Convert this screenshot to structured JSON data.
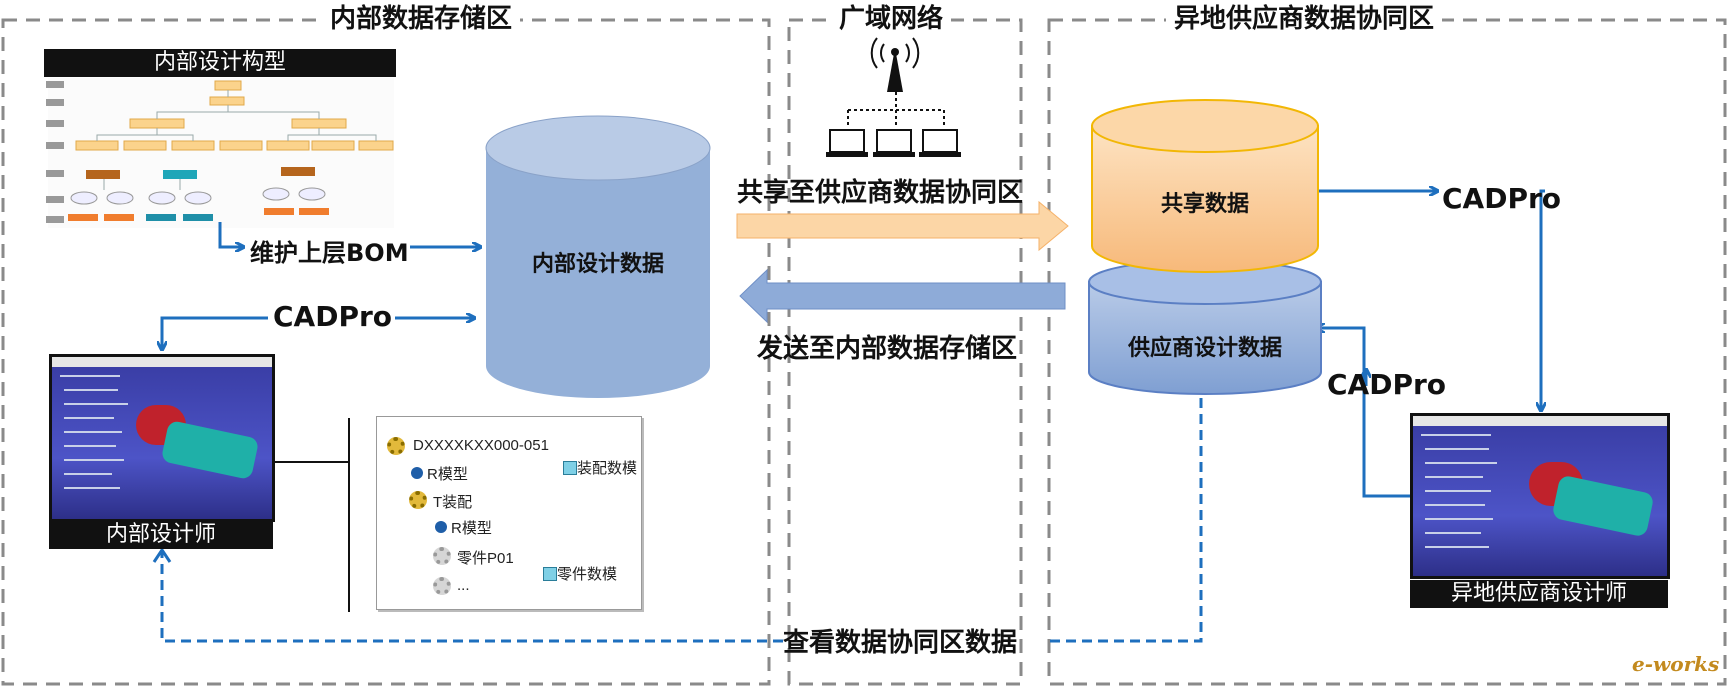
{
  "zones": {
    "internal_title": "内部数据存储区",
    "wan_title": "广域网络",
    "supplier_title": "异地供应商数据协同区"
  },
  "internal": {
    "design_structure_label": "内部设计构型",
    "maintain_bom_label": "维护上层BOM",
    "cadpro_label": "CADPro",
    "database_label": "内部设计数据",
    "designer_label": "内部设计师",
    "bom_tree": {
      "root": "DXXXXKXX000-051",
      "root_note": "装配数模",
      "child1": "R模型",
      "child2": "T装配",
      "grandchild": "R模型",
      "part": "零件P01",
      "part_note": "零件数模",
      "more": "..."
    }
  },
  "wan": {
    "share_arrow_label": "共享至供应商数据协同区",
    "send_arrow_label": "发送至内部数据存储区"
  },
  "supplier": {
    "shared_db_label": "共享数据",
    "supplier_db_label": "供应商设计数据",
    "cadpro_right_label": "CADPro",
    "cadpro_mid_label": "CADPro",
    "designer_label": "异地供应商设计师"
  },
  "bottom": {
    "view_label": "查看数据协同区数据"
  },
  "watermark": "e-works",
  "colors": {
    "blue_arrow": "#1e6fbe",
    "shared_db": "#f9c993",
    "design_db": "#8eacd8",
    "share_arrow": "#fcd3a0",
    "send_arrow": "#8fa9d8"
  }
}
